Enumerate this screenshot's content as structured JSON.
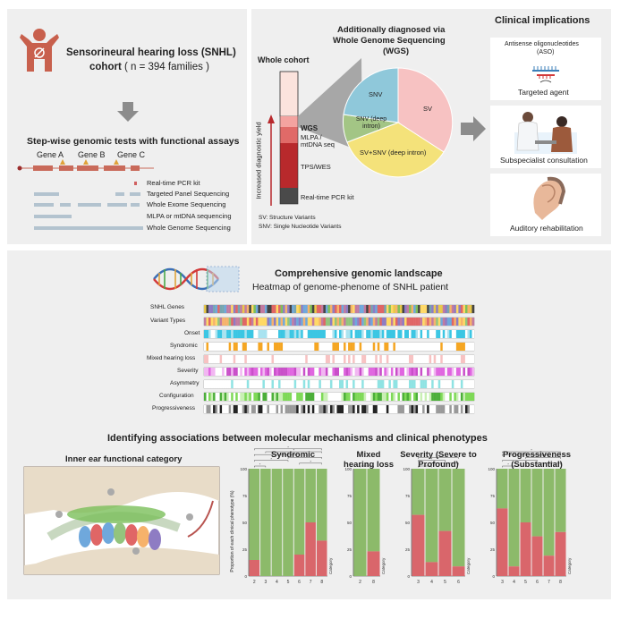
{
  "top_left": {
    "title_line1": "Sensorineural hearing loss (SNHL)",
    "title_line2_a": "cohort",
    "title_line2_b": "( n = 394 families )",
    "steps_title": "Step-wise genomic tests with functional assays",
    "genes": [
      "Gene A",
      "Gene B",
      "Gene C"
    ],
    "tests": [
      "Real-time PCR kit",
      "Targeted Panel Sequencing",
      "Whole Exome Sequencing",
      "MLPA or mtDNA sequencing",
      "Whole Genome Sequencing"
    ]
  },
  "top_middle": {
    "whole_cohort": "Whole cohort",
    "axis_label": "Increased diagnostic yield",
    "bar_labels": [
      "WGS",
      "MLPA / mtDNA seq",
      "TPS/WES",
      "Real-time PCR kit"
    ],
    "pie_title": [
      "Additionally diagnosed via",
      "Whole Genome Sequencing",
      "(WGS)"
    ],
    "pie_labels": [
      "SNV",
      "SV",
      "SNV (deep intron)",
      "SV+SNV (deep intron)"
    ],
    "footnotes": [
      "SV: Structure Variants",
      "SNV: Single Nucleotide Variants"
    ]
  },
  "top_right": {
    "title": "Clinical implications",
    "aso_label": [
      "Antisense oligonucleotides",
      "(ASO)"
    ],
    "items": [
      "Targeted agent",
      "Subspecialist consultation",
      "Auditory rehabilitation"
    ]
  },
  "landscape": {
    "title": "Comprehensive genomic landscape",
    "subtitle": "Heatmap of genome-phenome of SNHL patient",
    "rows": [
      "SNHL Genes",
      "Variant Types",
      "Onset",
      "Syndromic",
      "Mixed hearing loss",
      "Severity",
      "Asymmetry",
      "Configuration",
      "Progressiveness"
    ]
  },
  "associations": {
    "title": "Identifying associations between molecular mechanisms and clinical phenotypes",
    "inner_ear_title": "Inner ear functional category",
    "ylabel": "Proportion of each clinical phenotype (%)",
    "xlabel": "Category",
    "yticks": [
      "100",
      "75",
      "50",
      "25",
      "0"
    ]
  },
  "chart_data": [
    {
      "type": "bar",
      "title": "Syndromic",
      "categories": [
        "2",
        "3",
        "4",
        "5",
        "6",
        "7",
        "8"
      ],
      "values": [
        15,
        0,
        0,
        0,
        20,
        50,
        33
      ],
      "ylim": [
        0,
        100
      ],
      "stacked_complement": true,
      "significance_stars": 7
    },
    {
      "type": "bar",
      "title": "Mixed hearing loss",
      "categories": [
        "2",
        "8"
      ],
      "values": [
        0,
        23
      ],
      "ylim": [
        0,
        100
      ],
      "stacked_complement": true,
      "significance_stars": 1
    },
    {
      "type": "bar",
      "title": "Severity (Severe to Profound)",
      "categories": [
        "3",
        "4",
        "5",
        "6"
      ],
      "values": [
        57,
        13,
        42,
        9
      ],
      "ylim": [
        0,
        100
      ],
      "stacked_complement": true,
      "significance_stars": 4
    },
    {
      "type": "bar",
      "title": "Progressiveness (Substantial)",
      "categories": [
        "3",
        "4",
        "5",
        "6",
        "7",
        "8"
      ],
      "values": [
        63,
        9,
        50,
        37,
        19,
        41
      ],
      "ylim": [
        0,
        100
      ],
      "stacked_complement": true,
      "significance_stars": 6
    }
  ],
  "colors": {
    "panel": "#efefef",
    "green": "#8cba6a",
    "red": "#d9666b",
    "salmon": "#c8604d",
    "pie_blue": "#8fc8da",
    "pie_pink": "#f7c2c2",
    "pie_green": "#a3c585",
    "pie_yellow": "#f4e27a"
  },
  "icons": [
    "person-hearing-icon",
    "down-arrow-icon",
    "right-arrow-icon",
    "aso-icon",
    "doctor-consultation-icon",
    "hearing-aid-icon",
    "dna-icon",
    "inner-ear-icon"
  ]
}
